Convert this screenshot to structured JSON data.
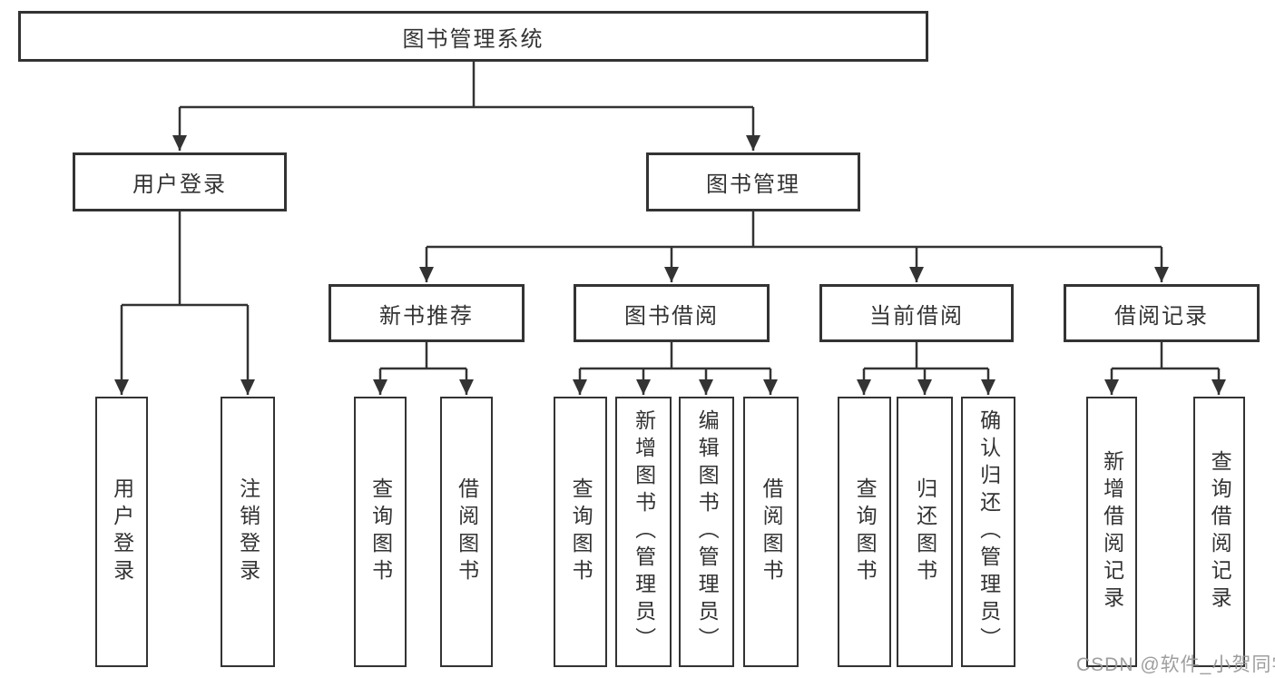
{
  "diagram": {
    "tree": {
      "root": {
        "label": "图书管理系统",
        "children": [
          {
            "label": "用户登录",
            "children": [
              {
                "label": "用户登录"
              },
              {
                "label": "注销登录"
              }
            ]
          },
          {
            "label": "图书管理",
            "children": [
              {
                "label": "新书推荐",
                "children": [
                  {
                    "label": "查询图书"
                  },
                  {
                    "label": "借阅图书"
                  }
                ]
              },
              {
                "label": "图书借阅",
                "children": [
                  {
                    "label": "查询图书"
                  },
                  {
                    "label": "新增图书（管理员）"
                  },
                  {
                    "label": "编辑图书（管理员）"
                  },
                  {
                    "label": "借阅图书"
                  }
                ]
              },
              {
                "label": "当前借阅",
                "children": [
                  {
                    "label": "查询图书"
                  },
                  {
                    "label": "归还图书"
                  },
                  {
                    "label": "确认归还（管理员）"
                  }
                ]
              },
              {
                "label": "借阅记录",
                "children": [
                  {
                    "label": "新增借阅记录"
                  },
                  {
                    "label": "查询借阅记录"
                  }
                ]
              }
            ]
          }
        ]
      }
    },
    "colors": {
      "line": "#333333",
      "text": "#333333",
      "background": "#ffffff",
      "watermark": "#969696"
    }
  },
  "watermark": {
    "text": "CSDN @软件_小贺同学"
  }
}
